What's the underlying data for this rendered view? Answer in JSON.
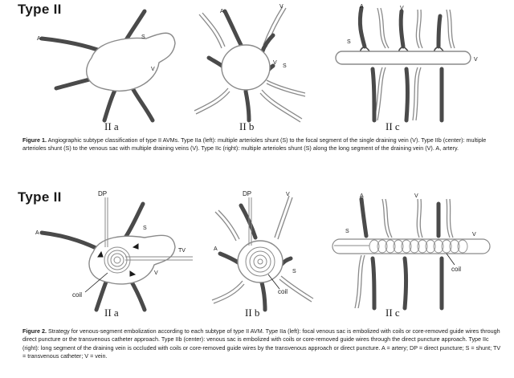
{
  "figure1": {
    "heading": "Type II",
    "panels": [
      {
        "label": "II a",
        "letters": [
          "A",
          "S",
          "V"
        ]
      },
      {
        "label": "II b",
        "letters": [
          "A",
          "V",
          "V",
          "S"
        ]
      },
      {
        "label": "II c",
        "letters": [
          "A",
          "V",
          "S",
          "V"
        ]
      }
    ],
    "caption_label": "Figure 1.",
    "caption_text": "Angiographic subtype classification of type II AVMs. Type IIa (left): multiple arterioles shunt (S) to the focal segment of the single draining vein (V). Type IIb (center): multiple arterioles shunt (S) to the venous sac with multiple draining veins (V). Type IIc (right): multiple arterioles shunt (S) along the long segment of the draining vein (V). A, artery."
  },
  "figure2": {
    "heading": "Type II",
    "panels": [
      {
        "label": "II a",
        "letters": [
          "DP",
          "A",
          "S",
          "TV",
          "V"
        ],
        "coil_label": "coil"
      },
      {
        "label": "II b",
        "letters": [
          "DP",
          "V",
          "A",
          "S"
        ],
        "coil_label": "coil"
      },
      {
        "label": "II c",
        "letters": [
          "A",
          "V",
          "S",
          "V"
        ],
        "coil_label": "coil"
      }
    ],
    "caption_label": "Figure 2.",
    "caption_text": "Strategy for venous-segment embolization according to each subtype of type II AVM. Type IIa (left): focal venous sac is embolized with coils or core-removed guide wires through direct puncture or the transvenous catheter approach. Type IIb (center): venous sac is embolized with coils or core-removed guide wires through the direct puncture approach. Type IIc (right): long segment of the draining vein is occluded with coils or core-removed guide wires by the transvenous approach or direct puncture. A = artery; DP = direct puncture; S = shunt; TV = transvenous catheter; V = vein."
  },
  "colors": {
    "artery": "#4a4a4a",
    "vein_outline": "#8a8a8a",
    "vein_fill": "#ffffff",
    "text": "#1a1a1a"
  }
}
